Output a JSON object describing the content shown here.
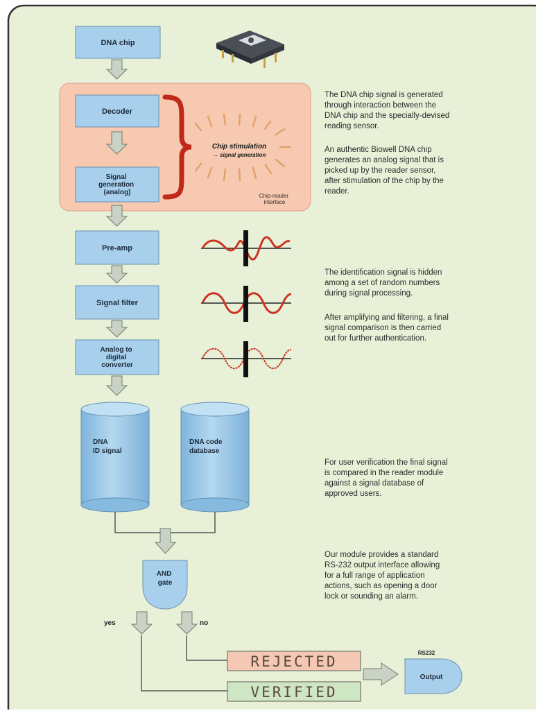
{
  "blocks": {
    "dna_chip": [
      "DNA chip"
    ],
    "decoder": [
      "Decoder"
    ],
    "signal_generation": [
      "Signal",
      "generation",
      "(analog)"
    ],
    "preamp": [
      "Pre-amp"
    ],
    "signal_filter": [
      "Signal filter"
    ],
    "adc": [
      "Analog to",
      "digital",
      "converter"
    ],
    "dna_id_signal": [
      "DNA",
      "ID signal"
    ],
    "dna_code_database": [
      "DNA code",
      "database"
    ],
    "and_gate": [
      "AND",
      "gate"
    ],
    "output": [
      "Output"
    ]
  },
  "interface": {
    "chip_stimulation": "Chip stimulation",
    "signal_generation_arrow": "→ signal generation",
    "chip_reader_interface": [
      "Chip-reader",
      "interface"
    ]
  },
  "branches": {
    "yes": "yes",
    "no": "no"
  },
  "results": {
    "rejected": "REJECTED",
    "verified": "VERIFIED"
  },
  "output_port": "RS232",
  "descriptions": {
    "p1": [
      "The DNA chip signal is generated",
      "through interaction between the",
      "DNA chip and the specially-devised",
      "reading sensor."
    ],
    "p2": [
      "An authentic Biowell DNA chip",
      "generates an analog signal that is",
      "picked up by the reader sensor,",
      "after stimulation of the chip by the",
      "reader."
    ],
    "p3": [
      "The identification signal is hidden",
      "among a set of random numbers",
      "during signal processing."
    ],
    "p4": [
      "After amplifying and filtering, a final",
      "signal comparison is then carried",
      "out for further authentication."
    ],
    "p5": [
      "For user verification the final signal",
      "is compared in the reader module",
      "against a signal database of",
      "approved users."
    ],
    "p6": [
      "Our module provides a standard",
      "RS-232 output interface allowing",
      "for a full range of application",
      "actions, such as opening a door",
      "lock or sounding an alarm."
    ]
  },
  "colors": {
    "panel_bg": "#e8f1d8",
    "block_fill": "#a8d0ec",
    "interface_fill": "#f6c9b0",
    "arrow_fill": "#c9d2c4",
    "wave": "#cc3322",
    "brace": "#c0281a",
    "rejected_bg": "#f4c8b4",
    "verified_bg": "#cfe6c4"
  }
}
